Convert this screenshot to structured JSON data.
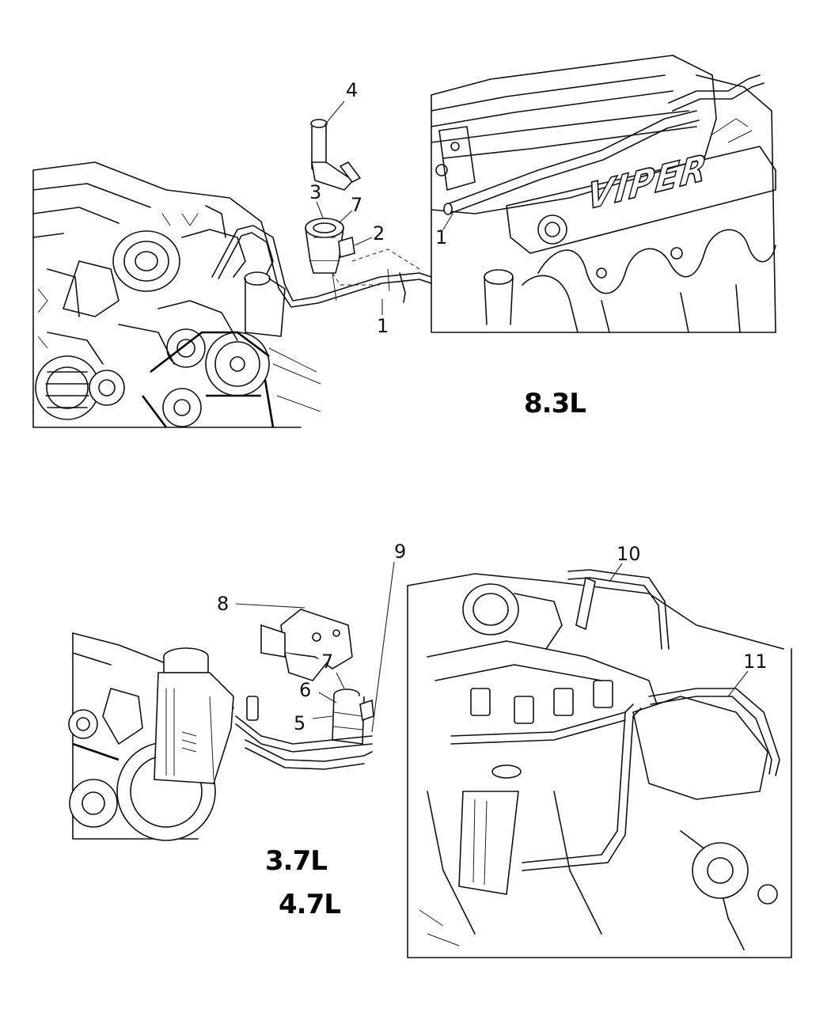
{
  "callouts": {
    "c1a": "1",
    "c1b": "1",
    "c2": "2",
    "c3": "3",
    "c4": "4",
    "c5": "5",
    "c6": "6",
    "c7a": "7",
    "c7b": "7",
    "c8": "8",
    "c9": "9",
    "c10": "10",
    "c11": "11"
  },
  "engine_labels": {
    "viper": "8.3L",
    "v6": "3.7L",
    "v8": "4.7L"
  },
  "logo_text": "VIPER"
}
